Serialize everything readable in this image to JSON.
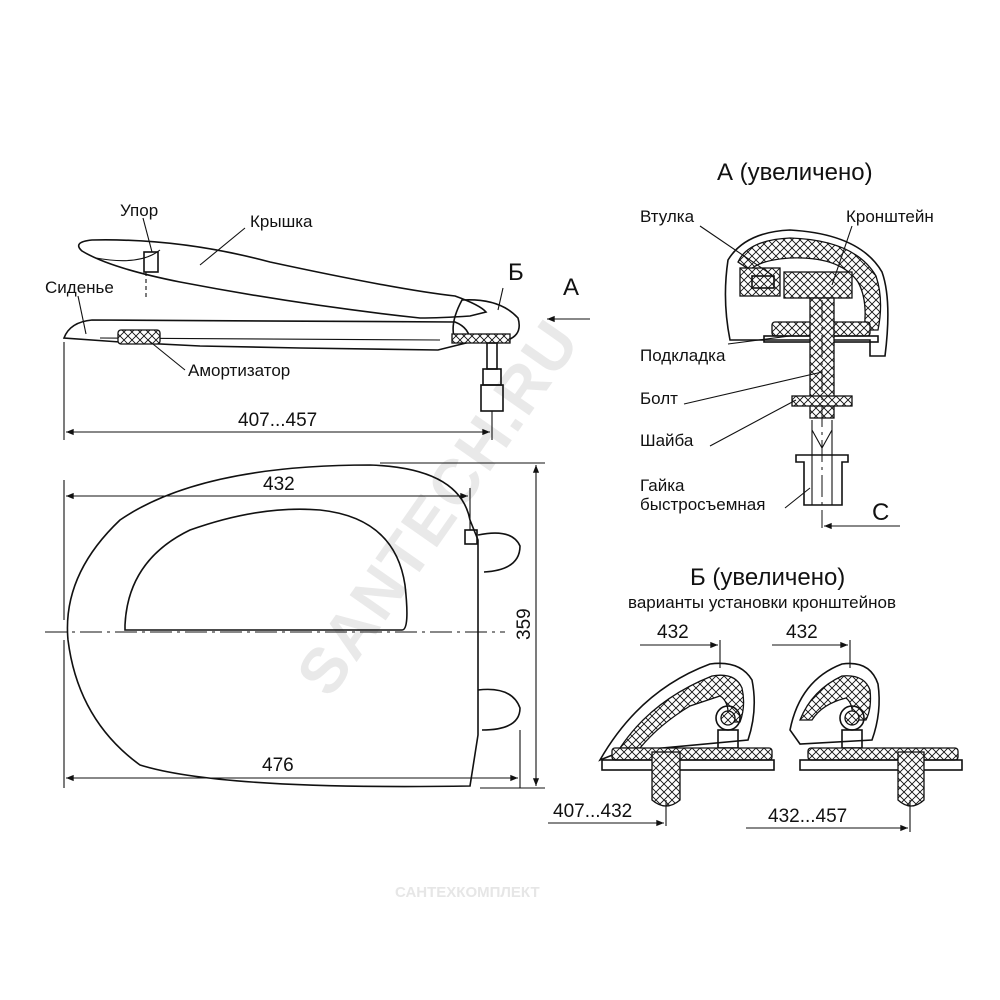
{
  "watermarks": {
    "main": "SANTECH.RU",
    "footer": "САНТЕХКОМПЛЕКТ"
  },
  "side_view": {
    "labels": {
      "stop": "Упор",
      "lid": "Крышка",
      "seat": "Сиденье",
      "damper": "Амортизатор",
      "section_b": "Б",
      "view_a": "А"
    },
    "dimension_range": "407...457"
  },
  "top_view": {
    "width_to_hinge": "432",
    "overall_length": "476",
    "overall_width": "359"
  },
  "detail_a": {
    "title": "А (увеличено)",
    "labels": {
      "bushing": "Втулка",
      "bracket": "Кронштейн",
      "pad": "Подкладка",
      "bolt": "Болт",
      "washer": "Шайба",
      "nut_line1": "Гайка",
      "nut_line2": "быстросъемная",
      "view_c": "С"
    }
  },
  "detail_b": {
    "title": "Б (увеличено)",
    "subtitle": "варианты установки кронштейнов",
    "left": {
      "top_dim": "432",
      "bottom_dim": "407...432"
    },
    "right": {
      "top_dim": "432",
      "bottom_dim": "432...457"
    }
  }
}
